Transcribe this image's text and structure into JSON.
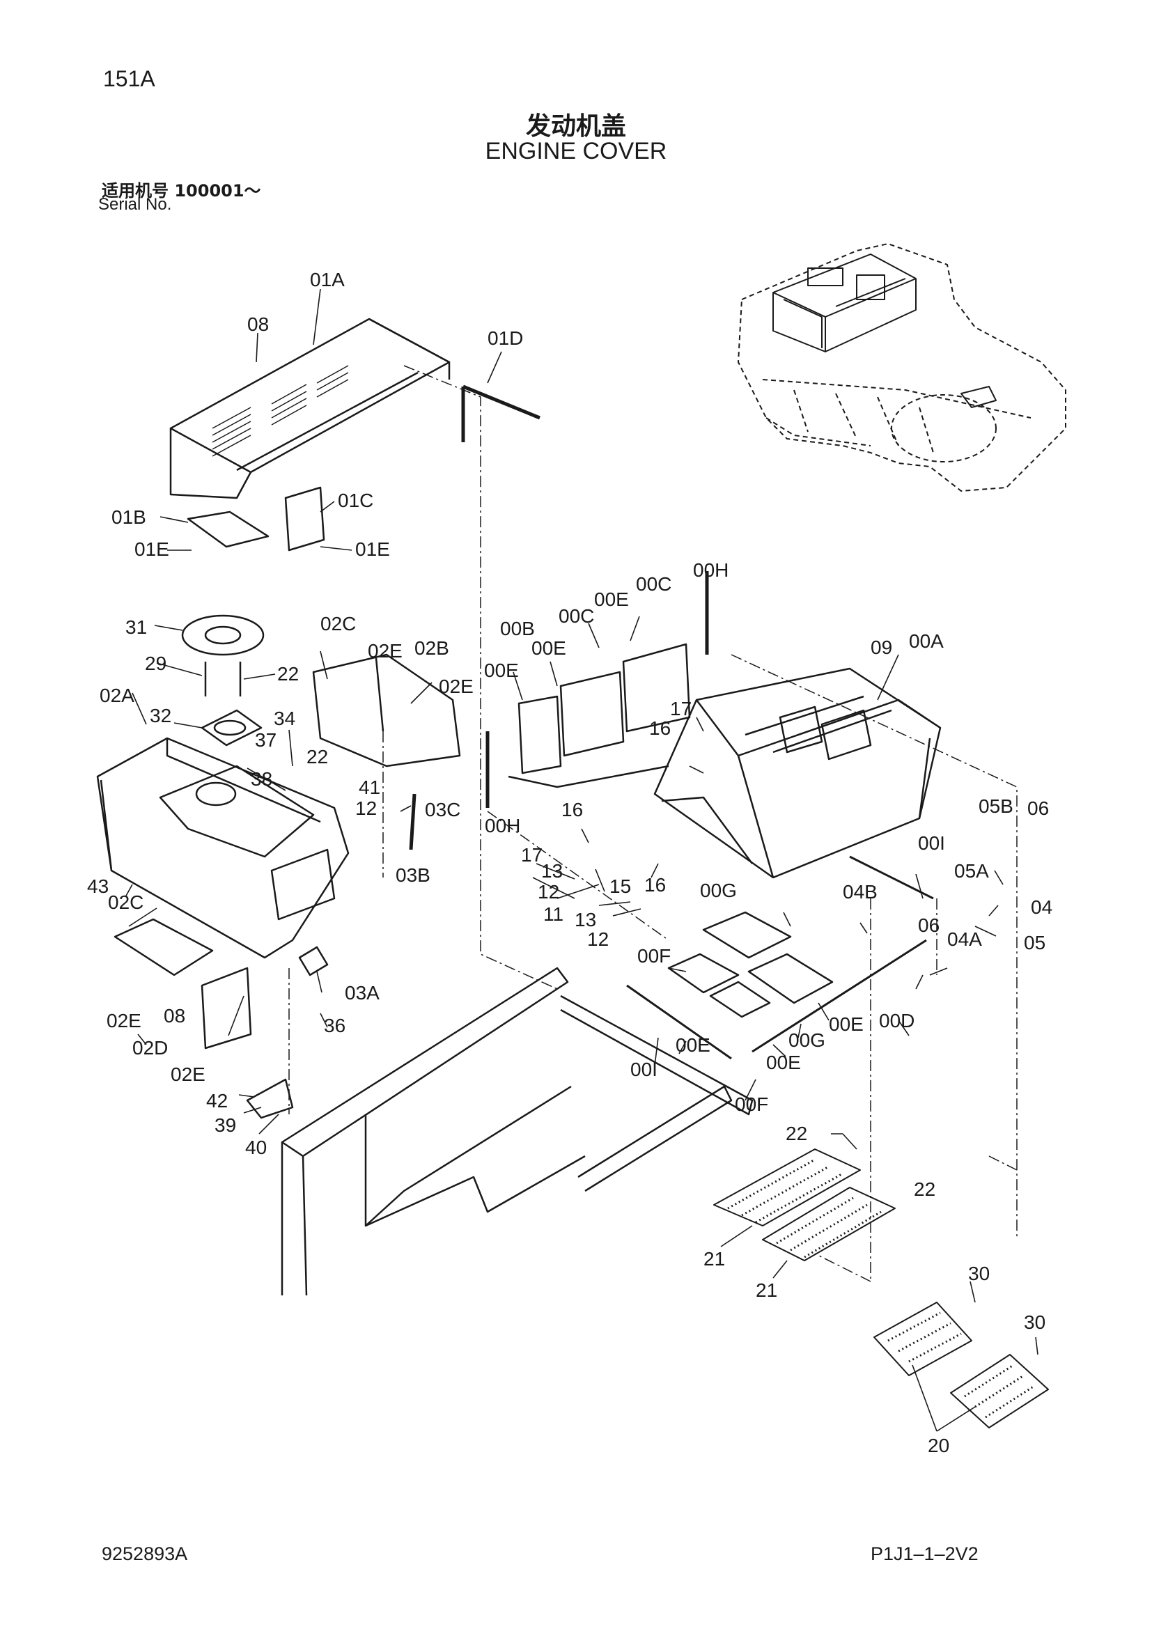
{
  "header": {
    "page_number": "151A",
    "title_cn": "发动机盖",
    "title_en": "ENGINE COVER",
    "serial_cn": "适用机号  100001～",
    "serial_en": "Serial No."
  },
  "footer": {
    "doc_number": "9252893A",
    "page_code": "P1J1–1–2V2"
  },
  "callouts": [
    "01A",
    "08",
    "01D",
    "01B",
    "01C",
    "01E",
    "01E",
    "31",
    "29",
    "22",
    "02C",
    "02E",
    "02B",
    "02A",
    "32",
    "34",
    "02E",
    "37",
    "38",
    "22",
    "41",
    "12",
    "03C",
    "03B",
    "43",
    "02C",
    "02E",
    "08",
    "02D",
    "02E",
    "03A",
    "36",
    "42",
    "39",
    "40",
    "00E",
    "00B",
    "00E",
    "00C",
    "00E",
    "00C",
    "00H",
    "09",
    "00A",
    "17",
    "16",
    "00H",
    "16",
    "17",
    "13",
    "12",
    "15",
    "16",
    "11",
    "13",
    "12",
    "00G",
    "00F",
    "00E",
    "00I",
    "00F",
    "00E",
    "00G",
    "00E",
    "00D",
    "05B",
    "06",
    "00I",
    "05A",
    "04",
    "04B",
    "06",
    "04A",
    "05",
    "22",
    "22",
    "21",
    "21",
    "30",
    "30",
    "20"
  ]
}
